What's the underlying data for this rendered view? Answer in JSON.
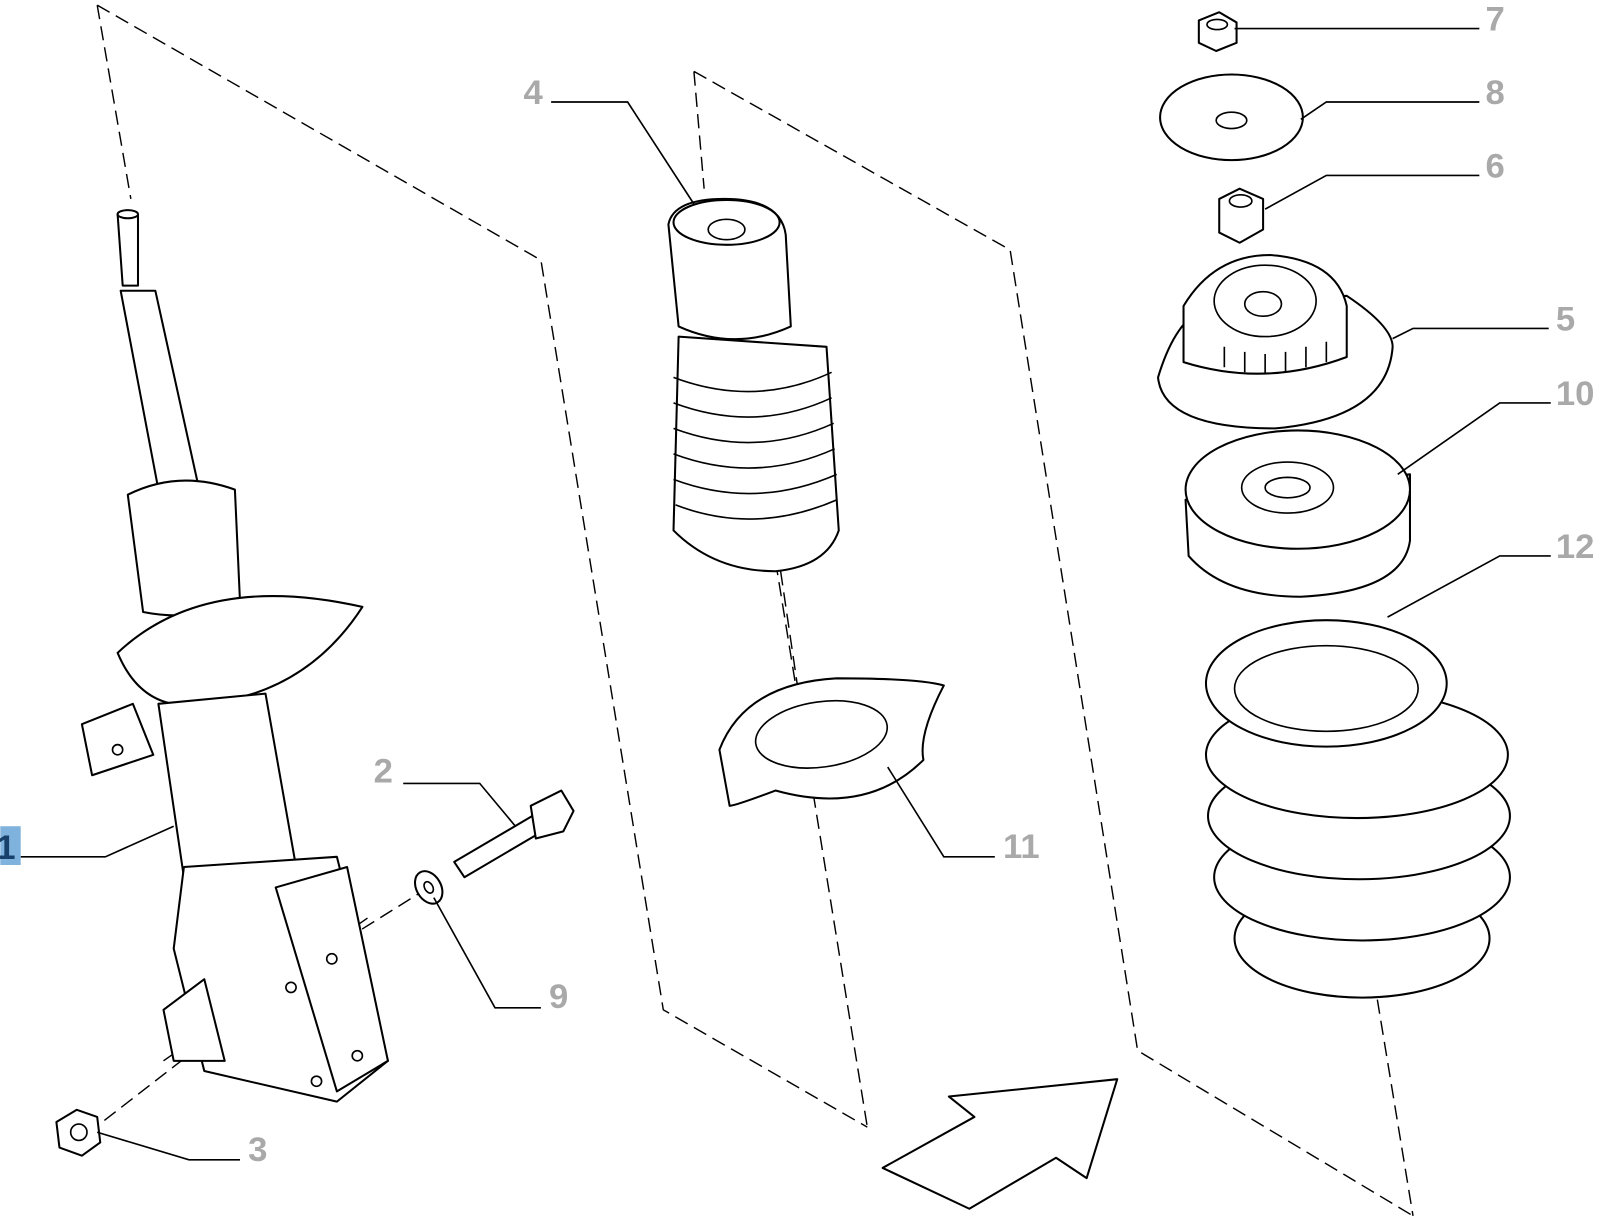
{
  "diagram": {
    "title": "Front shock absorber strut exploded view",
    "callouts": [
      {
        "id": "1",
        "part": "strut",
        "selected": true
      },
      {
        "id": "2",
        "part": "bolt"
      },
      {
        "id": "3",
        "part": "nut-lower"
      },
      {
        "id": "4",
        "part": "bump-stop-bellows"
      },
      {
        "id": "5",
        "part": "top-mount"
      },
      {
        "id": "6",
        "part": "nut-mount"
      },
      {
        "id": "7",
        "part": "nut-top"
      },
      {
        "id": "8",
        "part": "washer-plate"
      },
      {
        "id": "9",
        "part": "washer"
      },
      {
        "id": "10",
        "part": "bearing-seat"
      },
      {
        "id": "11",
        "part": "lower-spring-pad"
      },
      {
        "id": "12",
        "part": "coil-spring"
      }
    ],
    "colors": {
      "label": "#a9a9a9",
      "selected_bg": "#7fb2dc",
      "selected_text": "#17406a"
    }
  }
}
